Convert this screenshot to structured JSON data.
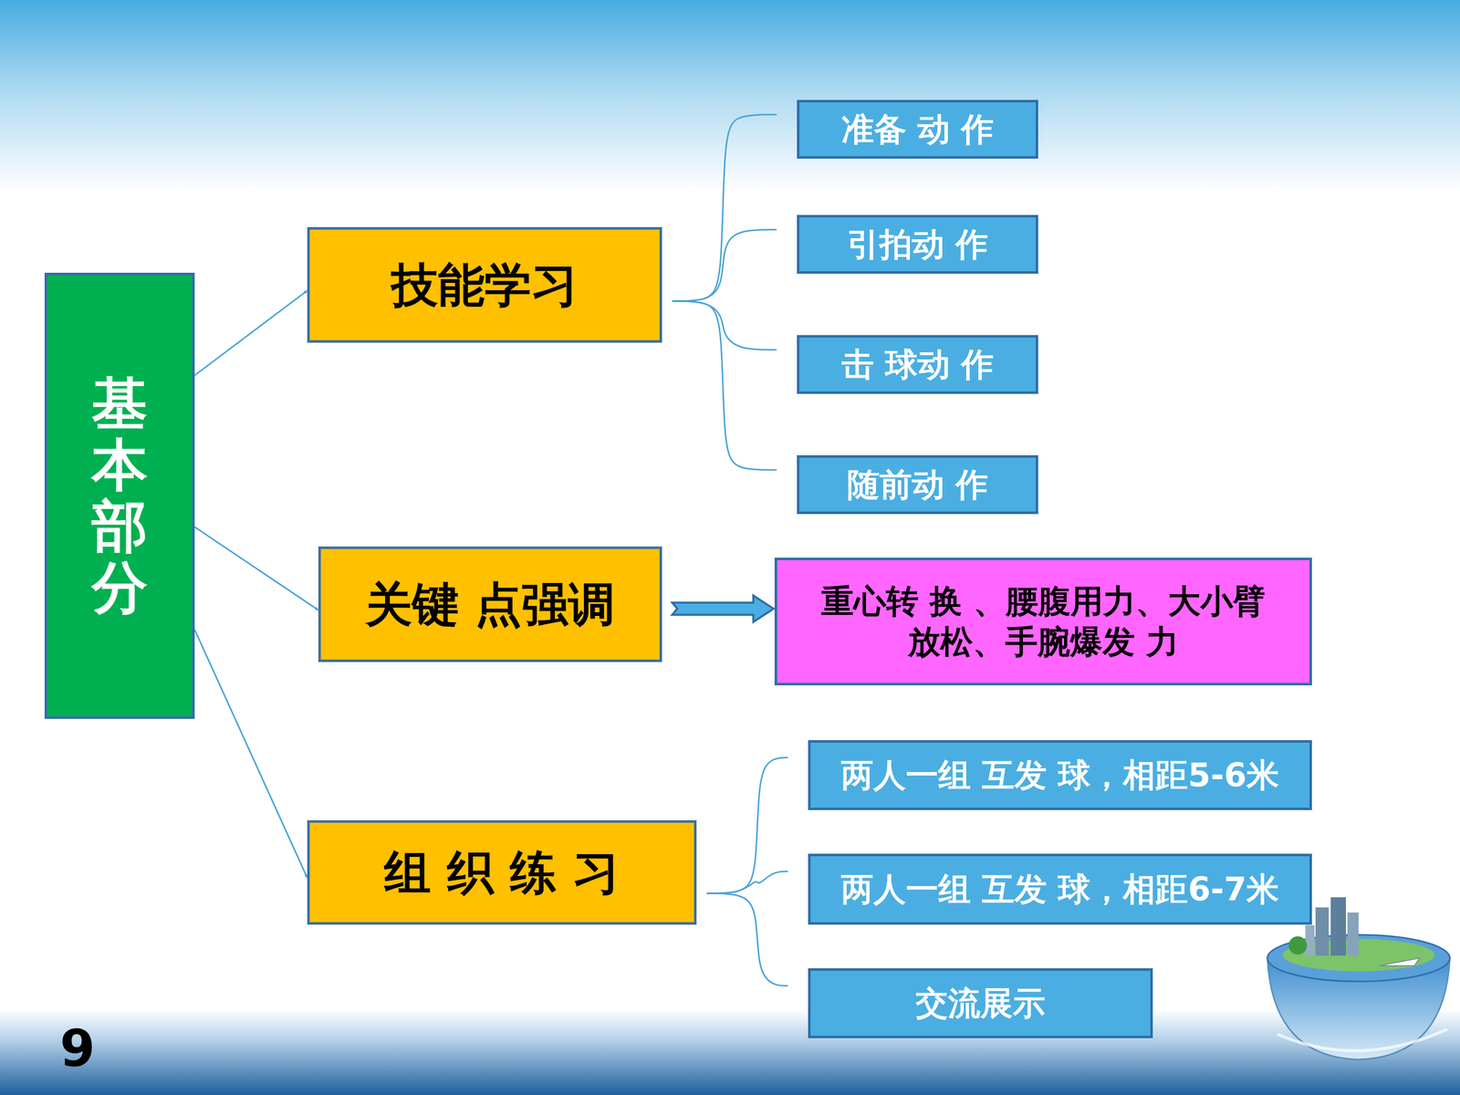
{
  "diagram": {
    "nodes": [
      {
        "text": [
          "基本部分"
        ]
      },
      {
        "text": [
          "技能学习"
        ]
      },
      {
        "text": [
          "准备 动 作"
        ]
      },
      {
        "text": [
          "引拍动 作"
        ]
      },
      {
        "text": [
          "击 球动 作"
        ]
      },
      {
        "text": [
          "随前动 作"
        ]
      },
      {
        "text": [
          "关键 点强调"
        ]
      },
      {
        "text": [
          "重心转 换 、腰腹用力、大小臂 放松、手腕爆发 力"
        ]
      },
      {
        "text": [
          "组 织 练 习"
        ]
      },
      {
        "text": [
          "两人一组 互发 球，相距5-6米"
        ]
      },
      {
        "text": [
          "两人一组 互发 球，相距6-7米"
        ]
      },
      {
        "text": [
          "交流展示"
        ]
      }
    ],
    "edges": [
      {
        "from": 0,
        "to": 1,
        "arrow": "to"
      },
      {
        "from": 0,
        "to": 6,
        "arrow": "to"
      },
      {
        "from": 0,
        "to": 8,
        "arrow": "to"
      },
      {
        "from": 1,
        "to": 2,
        "arrow": "none"
      },
      {
        "from": 1,
        "to": 3,
        "arrow": "none"
      },
      {
        "from": 1,
        "to": 4,
        "arrow": "none"
      },
      {
        "from": 1,
        "to": 5,
        "arrow": "none"
      },
      {
        "from": 6,
        "to": 7,
        "arrow": "to"
      },
      {
        "from": 8,
        "to": 9,
        "arrow": "none"
      },
      {
        "from": 8,
        "to": 10,
        "arrow": "none"
      },
      {
        "from": 8,
        "to": 11,
        "arrow": "none"
      }
    ],
    "labels": [
      "9"
    ]
  }
}
